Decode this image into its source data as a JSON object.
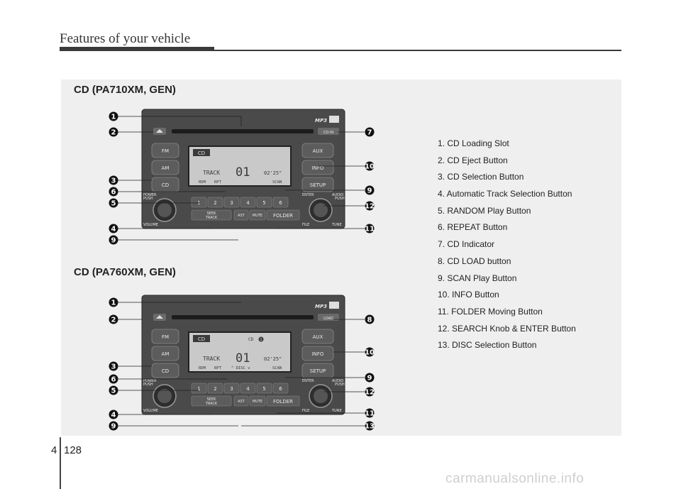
{
  "header": {
    "title": "Features of your vehicle"
  },
  "section1": {
    "title": "CD (PA710XM, GEN)",
    "slot_button": "CD-IN",
    "display": {
      "cd": "CD",
      "track": "TRACK",
      "number": "01",
      "time": "02'25\"",
      "rdm": "RDM",
      "rpt": "RPT",
      "scan": "SCAN"
    },
    "markers": {
      "left": [
        "1",
        "2",
        "3",
        "6",
        "5",
        "4",
        "9"
      ],
      "right": [
        "7",
        "10",
        "9",
        "12",
        "11"
      ]
    }
  },
  "section2": {
    "title": "CD (PA760XM, GEN)",
    "slot_button": "LOAD",
    "display": {
      "cd": "CD",
      "disc": "CD",
      "disc_num": "1",
      "track": "TRACK",
      "number": "01",
      "time": "02'25\"",
      "rdm": "RDM",
      "rpt": "RPT",
      "disc_label": "DISC",
      "scan": "SCAN"
    },
    "markers": {
      "left": [
        "1",
        "2",
        "3",
        "6",
        "5",
        "4",
        "9"
      ],
      "right": [
        "8",
        "10",
        "9",
        "12",
        "11",
        "13"
      ]
    }
  },
  "unit": {
    "left_buttons": [
      "FM",
      "AM",
      "CD"
    ],
    "right_buttons": [
      "AUX",
      "INFO",
      "SETUP"
    ],
    "presets": [
      "1",
      "2",
      "3",
      "4",
      "5",
      "6"
    ],
    "seek": "SEEK",
    "track": "TRACK",
    "ast": "AST",
    "mute": "MUTE",
    "folder": "FOLDER",
    "power": "POWER",
    "push": "PUSH",
    "volume": "VOLUME",
    "enter": "ENTER",
    "audio": "AUDIO",
    "file": "FILE",
    "tune": "TUNE",
    "mp3": "MP3",
    "cd_logo": "CD"
  },
  "legend": [
    "1. CD Loading Slot",
    "2. CD Eject Button",
    "3. CD Selection Button",
    "4. Automatic Track Selection Button",
    "5. RANDOM Play Button",
    "6. REPEAT Button",
    "7. CD Indicator",
    "8. CD LOAD button",
    "9. SCAN Play Button",
    "10. INFO Button",
    "11. FOLDER Moving Button",
    "12. SEARCH Knob & ENTER Button",
    "13. DISC Selection Button"
  ],
  "footer": {
    "chapter": "4",
    "page": "128"
  },
  "watermark": "carmanualsonline.info",
  "colors": {
    "faceplate": "#4a4a4a",
    "display": "#c9c9c9",
    "panel": "#efefef"
  }
}
